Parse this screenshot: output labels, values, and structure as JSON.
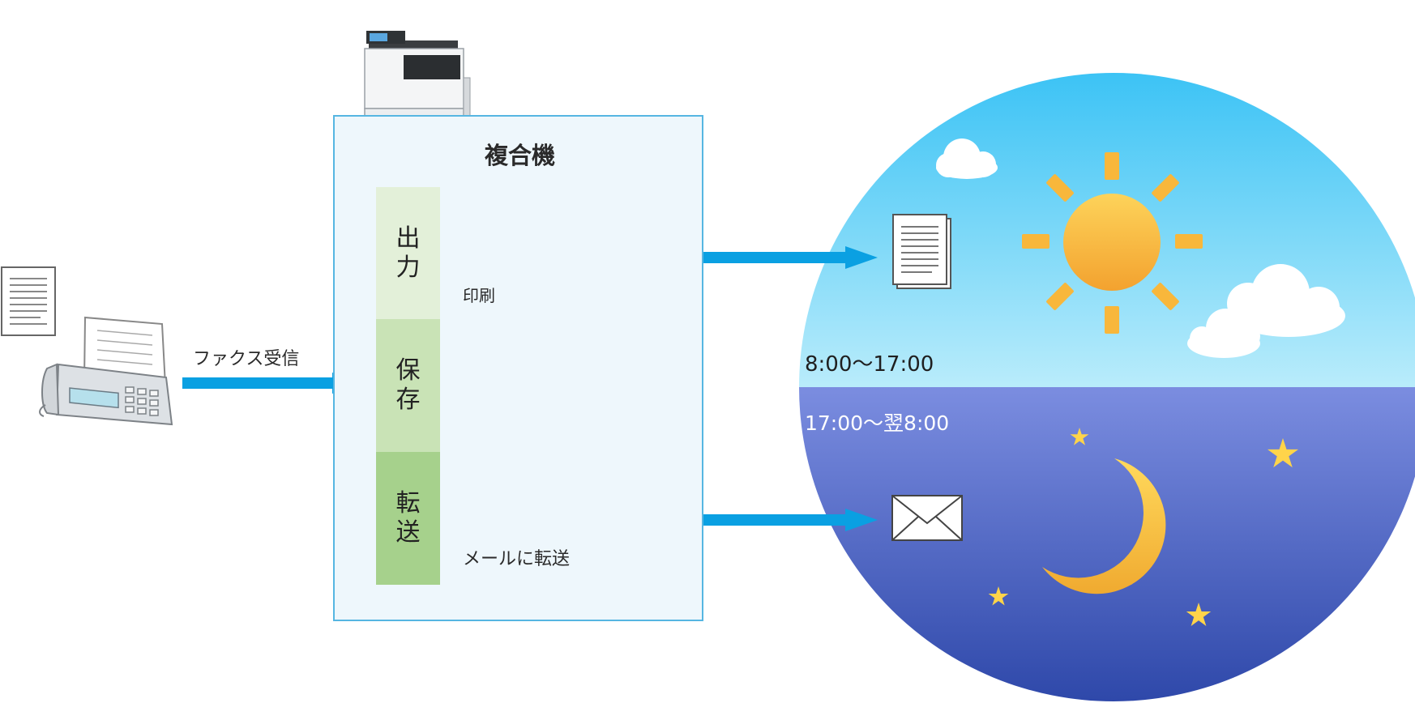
{
  "diagram": {
    "mfp_label": "複合機",
    "fax_receive_label": "ファクス受信",
    "blocks": [
      {
        "chars": [
          "出",
          "力"
        ]
      },
      {
        "chars": [
          "保",
          "存"
        ]
      },
      {
        "chars": [
          "転",
          "送"
        ]
      }
    ],
    "print_label": "印刷",
    "mail_forward_label": "メールに転送",
    "day_time_label": "8:00〜17:00",
    "night_time_label": "17:00〜翌8:00"
  },
  "colors": {
    "arrow": "#0aa0e2",
    "box_border": "#56b6e2",
    "box_fill": "#eef7fc",
    "day_sky_top": "#3cc3f5",
    "day_sky_bottom": "#b9ecfb",
    "night_sky_top": "#7b8de0",
    "night_sky_bottom": "#2c46a8",
    "sun": "#f7b733",
    "moon": "#f5c043"
  }
}
